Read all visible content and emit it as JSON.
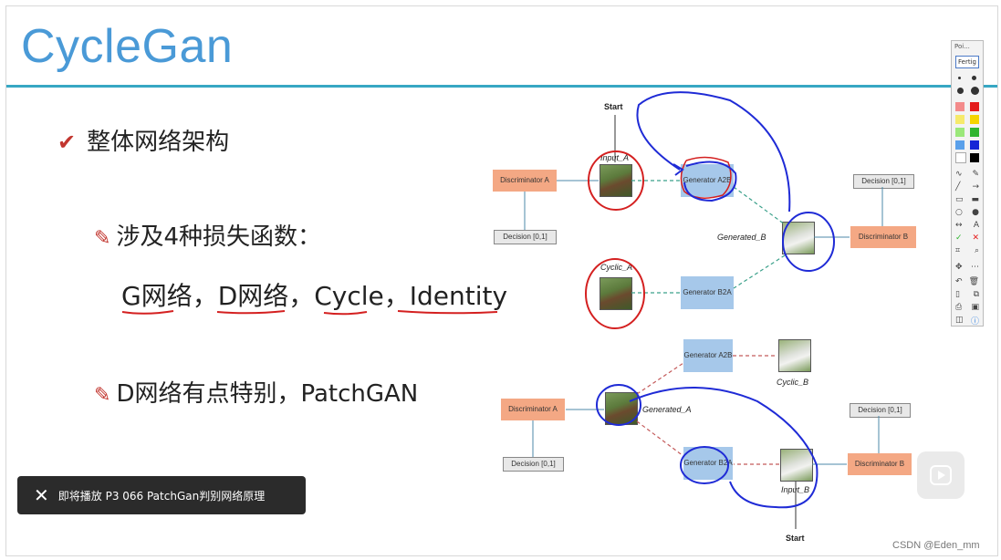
{
  "slide": {
    "title": "CycleGan",
    "bullet1": "整体网络架构",
    "bullet2": "涉及4种损失函数：",
    "bullet3": "G网络，D网络，Cycle，Identity",
    "bullet4": "D网络有点特别，PatchGAN"
  },
  "diagram_top": {
    "start": "Start",
    "input_a": "Input_A",
    "disc_a": "Discriminator A",
    "decision_a": "Decision [0,1]",
    "gen_a2b": "Generator A2B",
    "generated_b": "Generated_B",
    "disc_b": "Discriminator B",
    "decision_b": "Decision [0,1]",
    "cyclic_a": "Cyclic_A",
    "gen_b2a": "Generator B2A"
  },
  "diagram_bottom": {
    "gen_a2b": "Generator A2B",
    "cyclic_b": "Cyclic_B",
    "disc_a": "Discriminator A",
    "generated_a": "Generated_A",
    "decision_a": "Decision [0,1]",
    "decision_b": "Decision [0,1]",
    "gen_b2a": "Generator B2A",
    "disc_b": "Discriminator B",
    "input_b": "Input_B",
    "start": "Start"
  },
  "toolbar": {
    "title": "Poi...",
    "done_button": "Fertig"
  },
  "colors": {
    "title": "#4a9ad7",
    "rule": "#37a7c3",
    "accent_red": "#c2362f",
    "ink_blue": "#1f2bd6",
    "ink_red": "#d42020"
  },
  "toast": {
    "text": "即将播放 P3 066 PatchGan判别网络原理"
  },
  "watermark": "CSDN @Eden_mm"
}
